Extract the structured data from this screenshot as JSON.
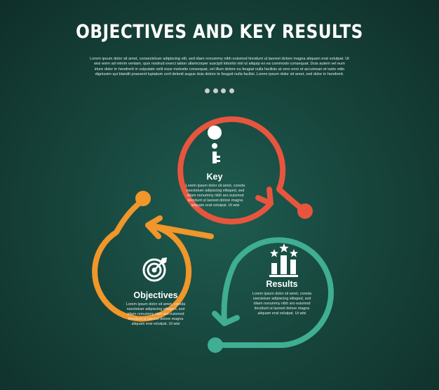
{
  "header": {
    "title": "OBJECTIVES AND KEY RESULTS",
    "subtitle": "Lorem ipsum dolor sit amet, consectetuer adipiscing elit, sed diam nonummy nibh euismod tincidunt ut laoreet dolore magna aliquam erat volutpat. Ut wisi enim ad minim veniam, quis nostrud exerci tation ullamcorper suscipit lobortis nisl ut aliquip ex ea commodo consequat. Duis autem vel eum iriure dolor in hendrerit in vulputate velit esse molestie consequat, vel illum dolore eu feugiat nulla facilisis at vero eros et accumsan et iusto odio dignissim qui blandit praesent luptatum zzril delenit augue duis dolore te feugait nulla facilisi. Lorem ipsum dolor sit amet, sed dolor in hendrerit."
  },
  "pagination": {
    "count": 4
  },
  "nodes": {
    "key": {
      "label": "Key",
      "text": "Lorem ipsum dolor sit amet, coreda nsectetuer adipiscing elitaped, sed idiam nonummy nibh aro euismod tincidunt ut laoreet dolore magna aliquam erat volutpat. Ut wisi",
      "color": "#e8553e",
      "icon": "key-icon"
    },
    "objectives": {
      "label": "Objectives",
      "text": "Lorem ipsum dolor sit amet, coreda nsectetuer adipiscing elitaped, sed idiam nonummy nibh aro euismod tincidunt ut laoreet dolore magna aliquam erat volutpat. Ut wisi",
      "color": "#f0962a",
      "icon": "target-icon"
    },
    "results": {
      "label": "Results",
      "text": "Lorem ipsum dolor sit amet, coreda nsectetuer adipiscing elitaped, sed idiam nonummy nibh aro euismod tincidunt ut laoreet dolore magna aliquam erat volutpat. Ut wisi",
      "color": "#3fae92",
      "icon": "bar-chart-stars-icon"
    }
  }
}
